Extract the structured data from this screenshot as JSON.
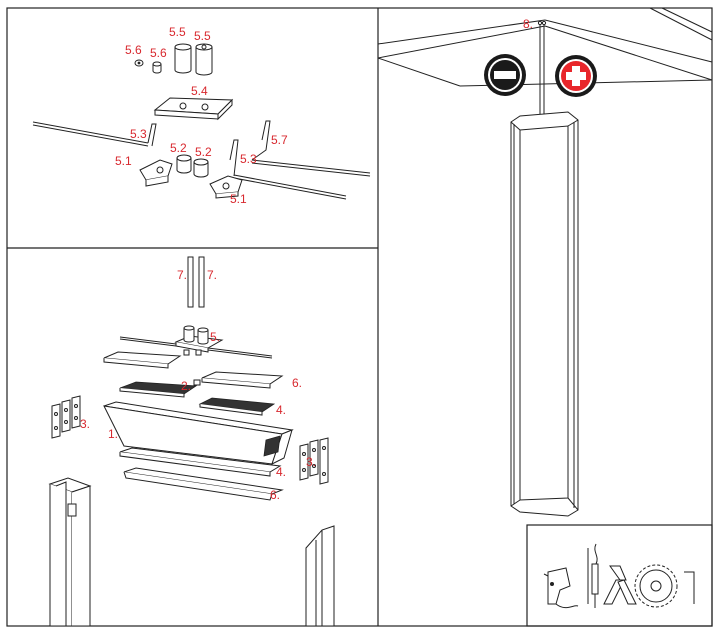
{
  "top_left_labels": {
    "l55a": "5.5",
    "l55b": "5.5",
    "l56a": "5.6",
    "l56b": "5.6",
    "l54": "5.4",
    "l53a": "5.3",
    "l57": "5.7",
    "l52a": "5.2",
    "l52b": "5.2",
    "l51a": "5.1",
    "l53b": "5.3",
    "l51b": "5.1"
  },
  "bottom_left_labels": {
    "l7a": "7.",
    "l7b": "7.",
    "l5": "5.",
    "l2": "2.",
    "l6a": "6.",
    "l4a": "4.",
    "l3a": "3.",
    "l1": "1.",
    "l3b": "3.",
    "l4b": "4.",
    "l6b": "6."
  },
  "right_labels": {
    "l8": "8."
  },
  "icons": {
    "polarity": [
      "minus-icon",
      "plus-icon"
    ],
    "tools": [
      "drill-icon",
      "voltage-tester-icon",
      "wire-stripper-icon",
      "saw-blade-icon",
      "hex-key-icon"
    ]
  },
  "colors": {
    "label": "#d8282e",
    "line": "#222222",
    "plus_bg": "#e8262b",
    "minus_bg": "#1a1a1a"
  }
}
